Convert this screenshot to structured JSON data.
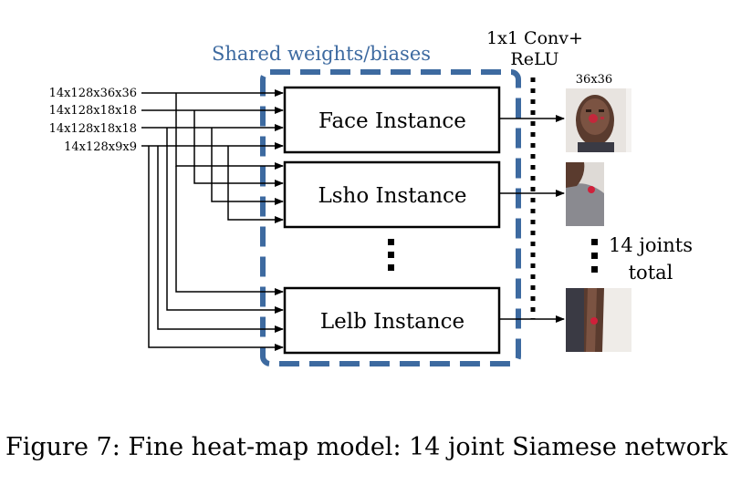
{
  "figure": {
    "shared_label": "Shared weights/biases",
    "conv_label_line1": "1x1 Conv+",
    "conv_label_line2": "ReLU",
    "output_size_label": "36x36",
    "inputs": [
      "14x128x36x36",
      "14x128x18x18",
      "14x128x18x18",
      "14x128x9x9"
    ],
    "instances": [
      "Face Instance",
      "Lsho Instance",
      "Lelb Instance"
    ],
    "joints_line1": "14 joints",
    "joints_line2": "total",
    "caption": "Figure 7: Fine heat-map model: 14 joint Siamese network"
  },
  "colors": {
    "shared_border": "#3d6aa0",
    "line": "#000000",
    "skin_dark": "#5a3b2e",
    "skin_mid": "#7b5342",
    "background_photo": "#e8e4e0",
    "shirt_gray": "#8a8a90",
    "shirt_dark": "#3a3a44",
    "heat_red": "#d0203a"
  }
}
